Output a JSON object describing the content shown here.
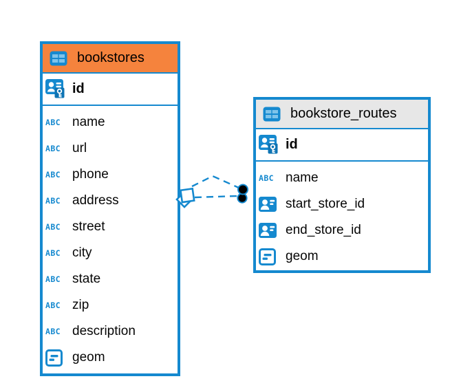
{
  "diagram": {
    "colors": {
      "accent": "#1589CF",
      "accent_dark": "#0E74B4",
      "icon_cell_light": "#7EC3EA",
      "bookstores_header": "#F5833D",
      "routes_header": "#E7E7E7",
      "text": "#060606",
      "dot_fill": "#000000",
      "marker_fill": "#FFFFFF"
    },
    "abc_icon_text": "ABC",
    "tables": [
      {
        "id": "bookstores",
        "title": "bookstores",
        "title_icon": "table-icon",
        "header_color_key": "bookstores_header",
        "rows": [
          {
            "name": "id",
            "icon": "person-key-icon",
            "pk": true
          },
          {
            "name": "name",
            "icon": "abc-icon"
          },
          {
            "name": "url",
            "icon": "abc-icon"
          },
          {
            "name": "phone",
            "icon": "abc-icon"
          },
          {
            "name": "address",
            "icon": "abc-icon"
          },
          {
            "name": "street",
            "icon": "abc-icon"
          },
          {
            "name": "city",
            "icon": "abc-icon"
          },
          {
            "name": "state",
            "icon": "abc-icon"
          },
          {
            "name": "zip",
            "icon": "abc-icon"
          },
          {
            "name": "description",
            "icon": "abc-icon"
          },
          {
            "name": "geom",
            "icon": "geometry-icon"
          }
        ]
      },
      {
        "id": "bookstore_routes",
        "title": "bookstore_routes",
        "title_icon": "table-icon",
        "header_color_key": "routes_header",
        "rows": [
          {
            "name": "id",
            "icon": "person-key-icon",
            "pk": true
          },
          {
            "name": "name",
            "icon": "abc-icon"
          },
          {
            "name": "start_store_id",
            "icon": "person-card-icon"
          },
          {
            "name": "end_store_id",
            "icon": "person-card-icon"
          },
          {
            "name": "geom",
            "icon": "geometry-icon"
          }
        ]
      }
    ],
    "relationships": [
      {
        "from_table": "bookstores",
        "to_table": "bookstore_routes",
        "style": "dashed"
      },
      {
        "from_table": "bookstores",
        "to_table": "bookstore_routes",
        "style": "dashed"
      }
    ]
  }
}
